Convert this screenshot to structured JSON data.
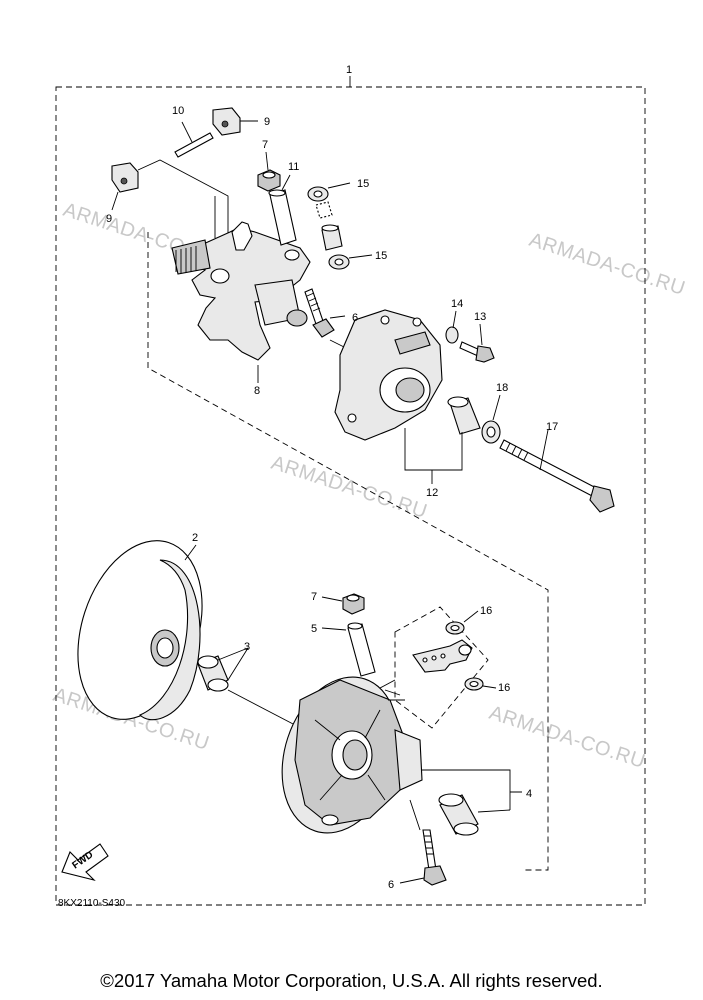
{
  "diagram": {
    "callouts": {
      "c1": "1",
      "c2": "2",
      "c3": "3",
      "c4": "4",
      "c5": "5",
      "c6a": "6",
      "c6b": "6",
      "c7a": "7",
      "c7b": "7",
      "c8": "8",
      "c9a": "9",
      "c9b": "9",
      "c10": "10",
      "c11": "11",
      "c12": "12",
      "c13": "13",
      "c14": "14",
      "c15a": "15",
      "c15b": "15",
      "c16a": "16",
      "c16b": "16",
      "c17": "17",
      "c18": "18"
    },
    "watermark": "ARMADA-CO.RU",
    "direction_label": "FWD",
    "diagram_code": "8KX2110-S430",
    "copyright": "©2017 Yamaha Motor Corporation, U.S.A. All rights reserved."
  }
}
